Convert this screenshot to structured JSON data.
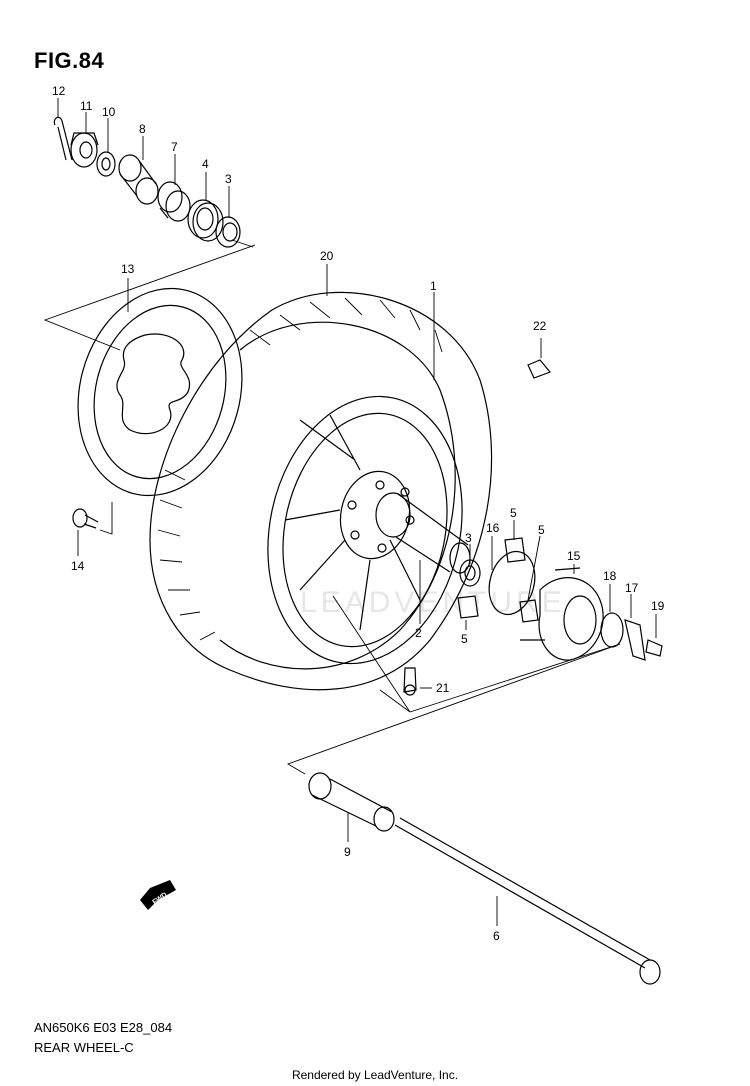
{
  "figure": {
    "title": "FIG.84",
    "model_code": "AN650K6 E03 E28_084",
    "part_group": "REAR WHEEL-C",
    "rendered_by": "Rendered by LeadVenture, Inc.",
    "watermark": "LEADVENTURE",
    "fwd_label": "FWD"
  },
  "callouts": {
    "c1": "1",
    "c2": "2",
    "c3a": "3",
    "c3b": "3",
    "c4": "4",
    "c5a": "5",
    "c5b": "5",
    "c5c": "5",
    "c6": "6",
    "c7": "7",
    "c8": "8",
    "c9": "9",
    "c10": "10",
    "c11": "11",
    "c12": "12",
    "c13": "13",
    "c14": "14",
    "c15": "15",
    "c16": "16",
    "c17": "17",
    "c18": "18",
    "c19": "19",
    "c20": "20",
    "c21": "21",
    "c22": "22"
  }
}
